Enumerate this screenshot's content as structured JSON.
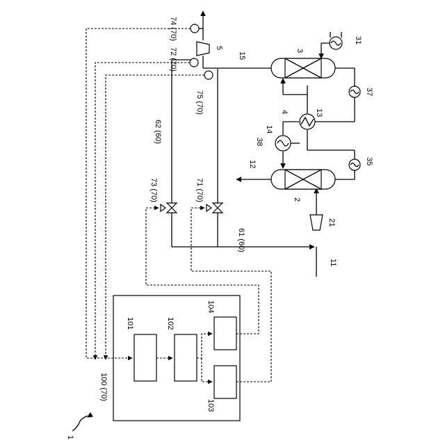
{
  "system": {
    "label": "1"
  },
  "controller": {
    "label": "100 (70)",
    "units": {
      "u101": "101",
      "u102": "102",
      "u103": "103",
      "u104": "104"
    }
  },
  "equipment": {
    "reactor_lower": "2",
    "reactor_upper": "3",
    "exchanger_4": "4",
    "compressor_5": "5",
    "compressor_21": "21",
    "heater_31": "31",
    "heater_35": "35",
    "heater_37": "37",
    "heater_38": "38",
    "exchanger_14": "14",
    "exchanger_13": "13"
  },
  "lines": {
    "line_11": "11",
    "line_12": "12",
    "line_15": "15",
    "line_61": "61 (60)",
    "line_62": "62 (60)"
  },
  "instruments": {
    "valve_71": "71 (70)",
    "sensor_72": "72 (70)",
    "valve_73": "73 (70)",
    "sensor_74": "74 (70)",
    "sensor_75": "75 (70)"
  }
}
